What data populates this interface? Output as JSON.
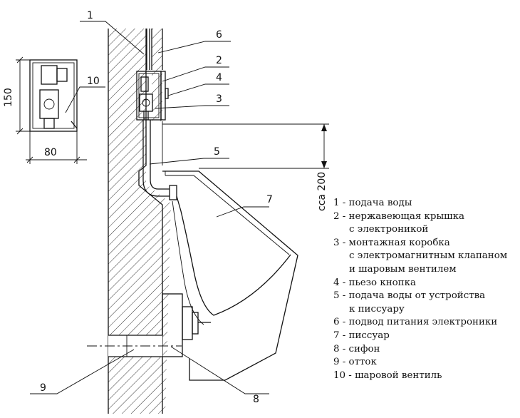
{
  "callouts": [
    "1",
    "2",
    "3",
    "4",
    "5",
    "6",
    "7",
    "8",
    "9",
    "10"
  ],
  "dimensions": {
    "height_small": "150",
    "width_small": "80",
    "height_main": "cca 200"
  },
  "legend": [
    [
      "1 - подача воды"
    ],
    [
      "2 - нержавеющая крышка",
      "с электроникой"
    ],
    [
      "3 - монтажная коробка",
      "с электромагнитным клапаном",
      "и шаровым вентилем"
    ],
    [
      "4 - пьезо кнопка"
    ],
    [
      "5 - подача воды от устройства",
      "к писсуару"
    ],
    [
      "6 - подвод питания электроники"
    ],
    [
      "7 - писсуар"
    ],
    [
      "8 - сифон"
    ],
    [
      "9 - отток"
    ],
    [
      "10 - шаровой вентиль"
    ]
  ]
}
